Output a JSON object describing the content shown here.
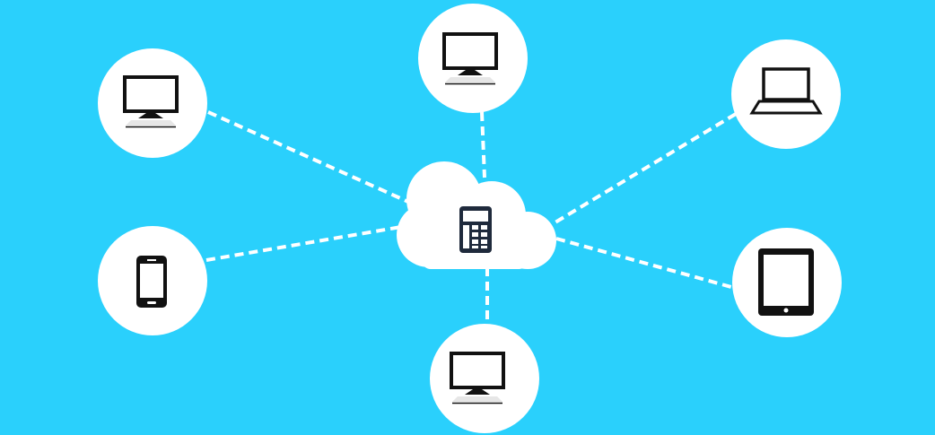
{
  "diagram": {
    "type": "network-hub",
    "colors": {
      "background": "#2ad0fc",
      "node_fill": "#ffffff",
      "icon": "#111111",
      "hub_icon": "#1f2a3c",
      "connector": "#ffffff"
    },
    "hub": {
      "shape": "cloud",
      "icon": "calculator-icon"
    },
    "nodes": [
      {
        "id": "top-left",
        "icon": "desktop-monitor-icon"
      },
      {
        "id": "top-center",
        "icon": "desktop-monitor-icon"
      },
      {
        "id": "top-right",
        "icon": "laptop-icon"
      },
      {
        "id": "left",
        "icon": "smartphone-icon"
      },
      {
        "id": "right",
        "icon": "tablet-icon"
      },
      {
        "id": "bottom",
        "icon": "desktop-monitor-icon"
      }
    ],
    "connector_style": "dashed"
  }
}
